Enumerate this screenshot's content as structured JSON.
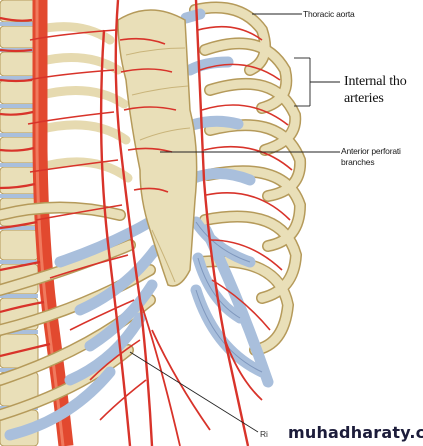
{
  "labels": {
    "thoracic_aorta": "Thoracic aorta",
    "internal_thoracic_line1": "Internal tho",
    "internal_thoracic_line2": "arteries",
    "anterior_perforating_line1": "Anterior perforati",
    "anterior_perforating_line2": "branches",
    "rib_partial": "Ri"
  },
  "watermark": "muhadharaty.com",
  "colors": {
    "background": "#ffffff",
    "bone": "#e9dfb8",
    "bone_outline": "#b59a5a",
    "cartilage": "#a9bfdc",
    "artery": "#d8332a",
    "aorta": "#e2492f",
    "leader_line": "#222222"
  }
}
